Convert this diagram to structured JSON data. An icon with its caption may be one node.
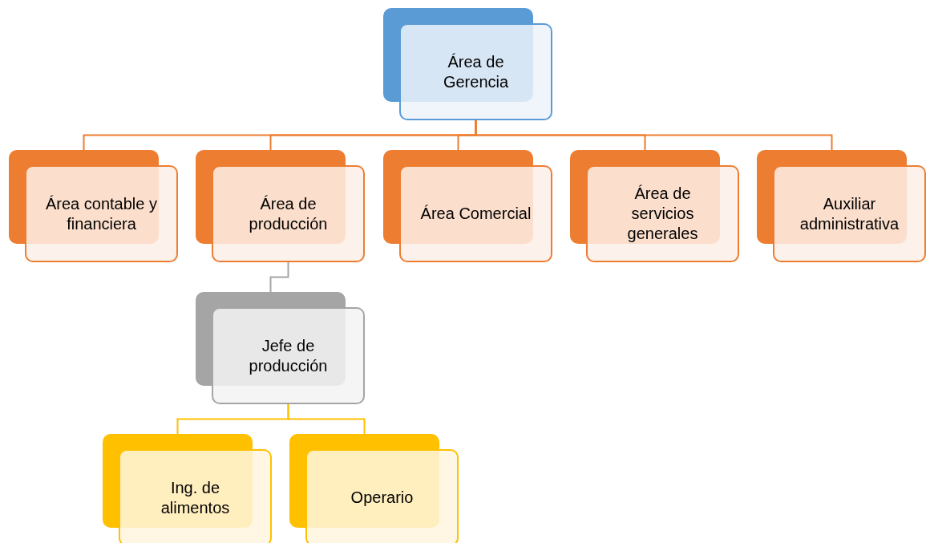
{
  "diagram": {
    "nodes": [
      {
        "text": [
          "Área de Gerencia"
        ]
      },
      {
        "text": [
          "Área contable y financiera"
        ]
      },
      {
        "text": [
          "Área de producción"
        ]
      },
      {
        "text": [
          "Área Comercial"
        ]
      },
      {
        "text": [
          "Área de servicios generales"
        ]
      },
      {
        "text": [
          "Auxiliar administrativa"
        ]
      },
      {
        "text": [
          "Jefe de producción"
        ]
      },
      {
        "text": [
          "Ing. de alimentos"
        ]
      },
      {
        "text": [
          "Operario"
        ]
      }
    ],
    "edges": [
      {
        "from": 0,
        "to": 1,
        "arrow": "none"
      },
      {
        "from": 0,
        "to": 2,
        "arrow": "none"
      },
      {
        "from": 0,
        "to": 3,
        "arrow": "none"
      },
      {
        "from": 0,
        "to": 4,
        "arrow": "none"
      },
      {
        "from": 0,
        "to": 5,
        "arrow": "none"
      },
      {
        "from": 2,
        "to": 6,
        "arrow": "none",
        "color": "#a5a5a5"
      },
      {
        "from": 6,
        "to": 7,
        "arrow": "none",
        "color": "#ffc000"
      },
      {
        "from": 6,
        "to": 8,
        "arrow": "none",
        "color": "#ffc000"
      }
    ]
  }
}
